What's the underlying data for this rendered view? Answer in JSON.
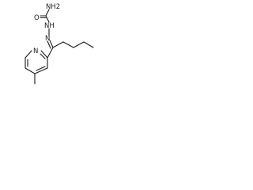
{
  "atoms": {
    "amide_group": "NH2",
    "carbonyl_o": "O",
    "hydrazone_nh": "NH",
    "hydrazone_n": "N",
    "pyridine_n": "N"
  },
  "colors": {
    "bond": "#1a1a1a",
    "label": "#1a1a1a",
    "background": "#ffffff"
  }
}
